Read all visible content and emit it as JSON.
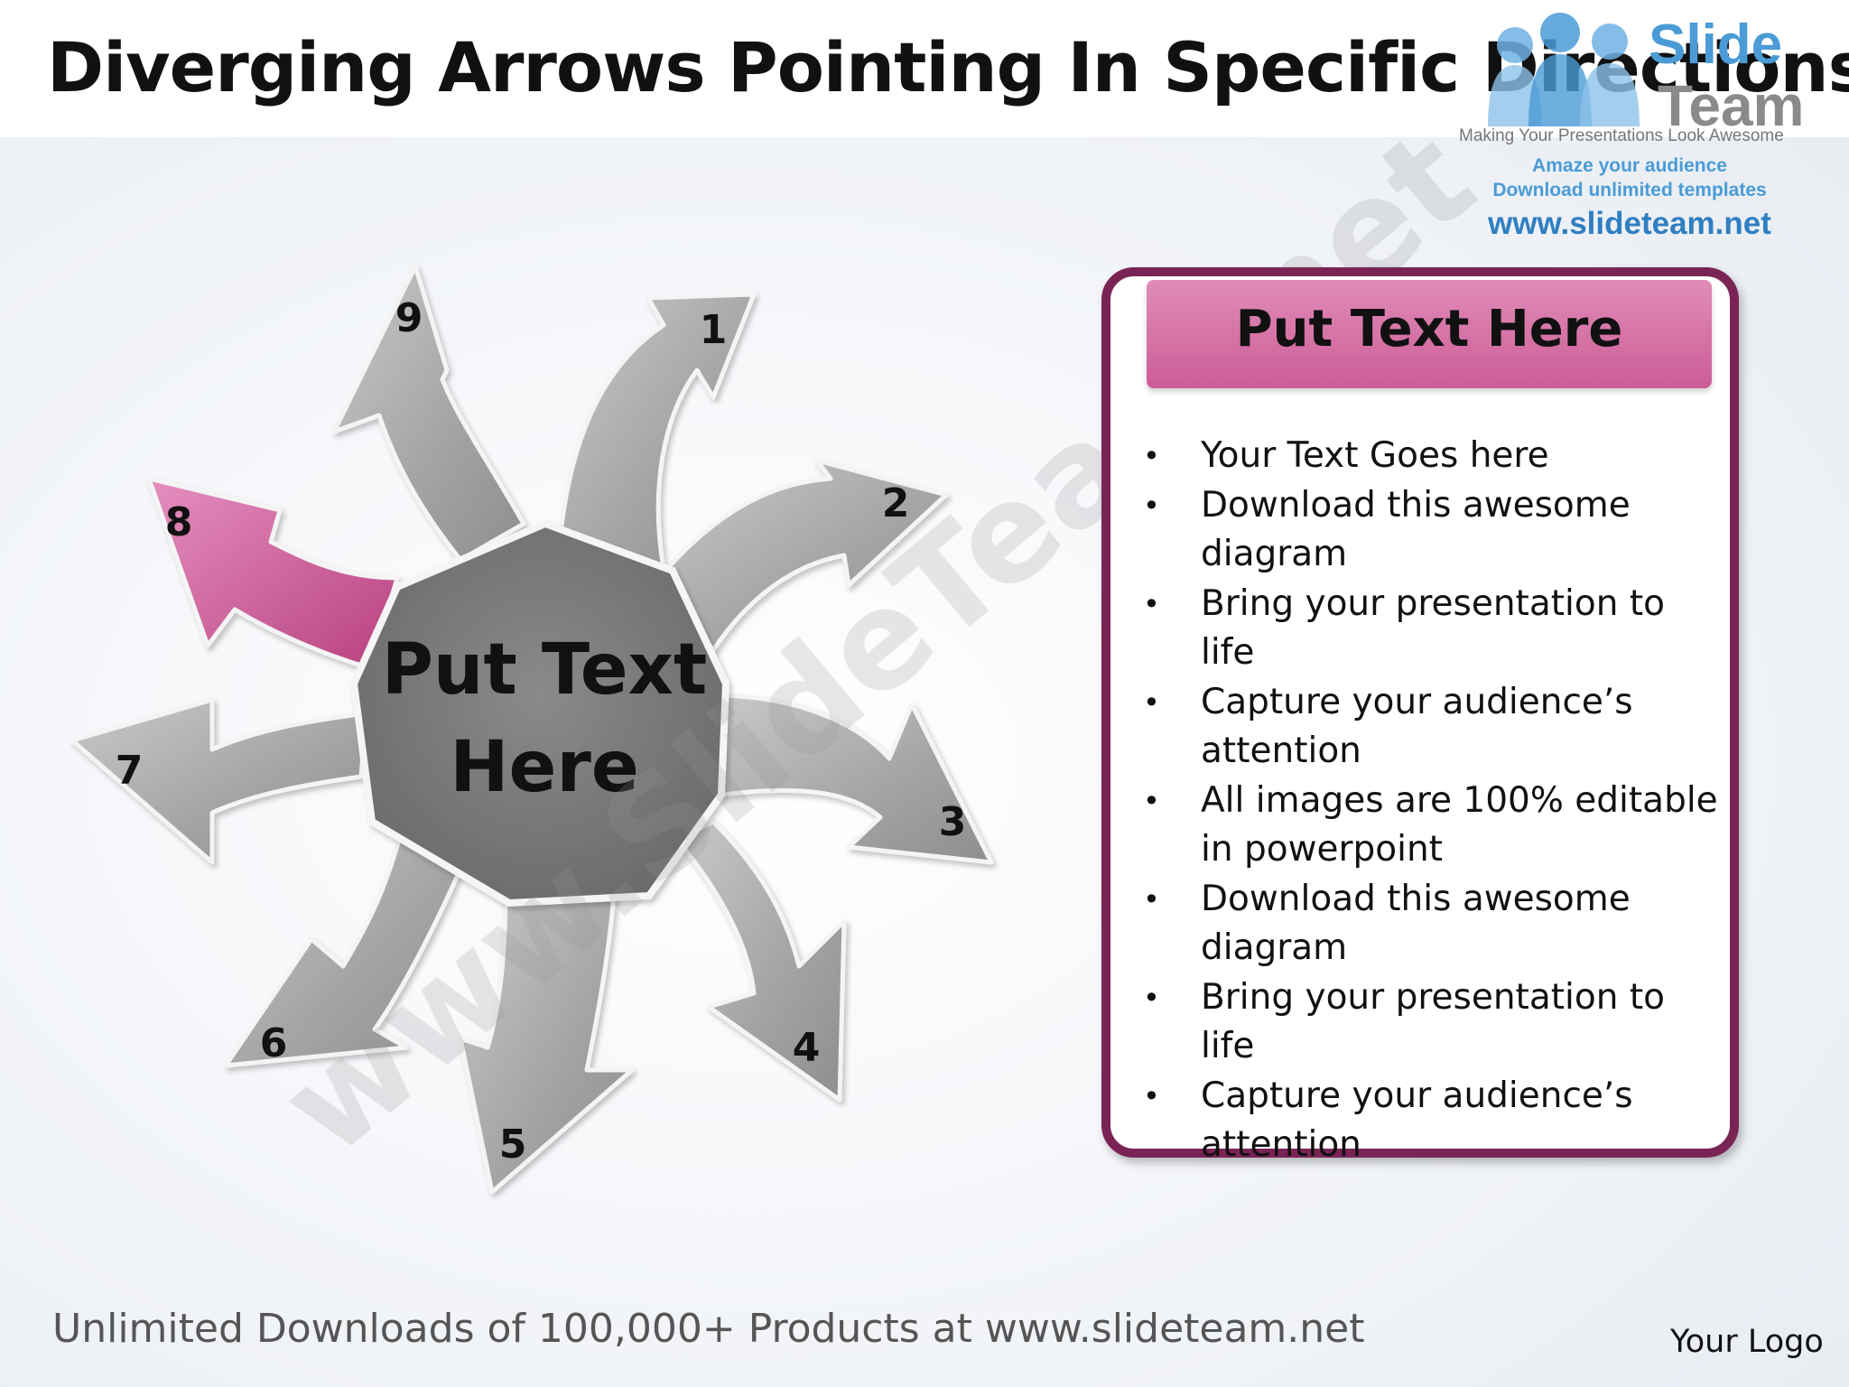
{
  "slide": {
    "title": "Diverging Arrows Pointing In Specific Directions",
    "footer": "Unlimited Downloads of 100,000+ Products at www.slideteam.net",
    "your_logo": "Your Logo",
    "watermark": "www.SlideTeam.net"
  },
  "brand_logo": {
    "word1": "Slide",
    "word2": "Team",
    "tagline": "Making Your Presentations Look Awesome",
    "line1": "Amaze your audience",
    "line2": "Download unlimited templates",
    "url": "www.slideteam.net"
  },
  "diagram": {
    "center_text_line1": "Put Text",
    "center_text_line2": "Here",
    "highlight_color": "#c94f8c",
    "arrow_color": "#a9a9a9",
    "arrows": [
      {
        "number": "1",
        "highlighted": false
      },
      {
        "number": "2",
        "highlighted": false
      },
      {
        "number": "3",
        "highlighted": false
      },
      {
        "number": "4",
        "highlighted": false
      },
      {
        "number": "5",
        "highlighted": false
      },
      {
        "number": "6",
        "highlighted": false
      },
      {
        "number": "7",
        "highlighted": false
      },
      {
        "number": "8",
        "highlighted": true
      },
      {
        "number": "9",
        "highlighted": false
      }
    ]
  },
  "panel": {
    "header": "Put Text Here",
    "border_color": "#7a2456",
    "bullets": [
      "Your Text Goes here",
      "Download this awesome diagram",
      "Bring your presentation to life",
      "Capture your audience’s attention",
      "All images are 100% editable in powerpoint",
      "Download this awesome diagram",
      "Bring your presentation to life",
      "Capture your audience’s attention"
    ]
  }
}
